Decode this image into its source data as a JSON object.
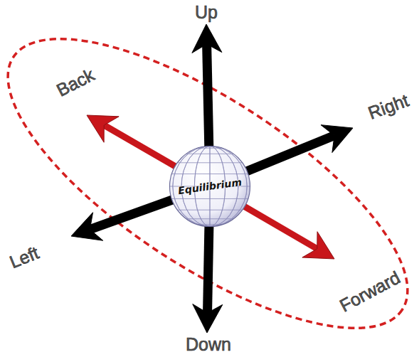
{
  "diagram": {
    "nodes": [
      {
        "text": [
          "Equilibrium"
        ]
      }
    ],
    "labels": [
      "Up",
      "Back",
      "Right",
      "Left",
      "Forward",
      "Down"
    ]
  }
}
